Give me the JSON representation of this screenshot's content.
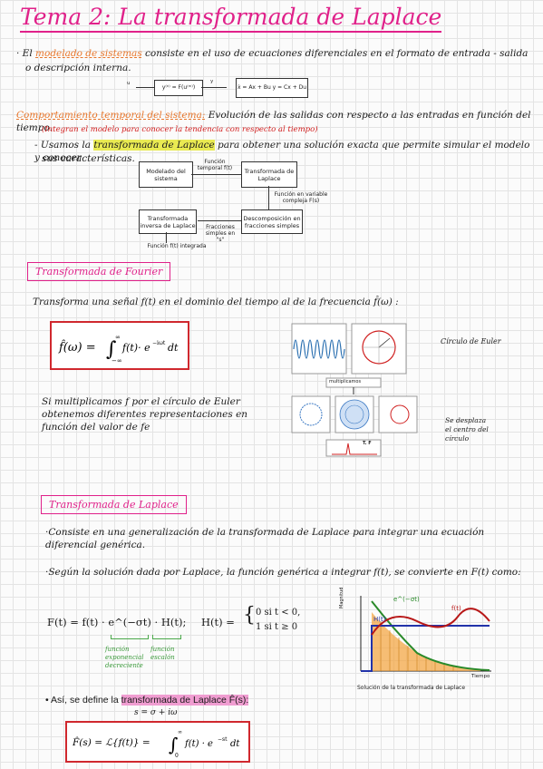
{
  "title": "Tema 2: La transformada de Laplace",
  "intro": {
    "line1_pre": "· El ",
    "line1_link": "modelado de sistemas",
    "line1_post": " consiste en el uso de ecuaciones diferenciales en el formato de entrada - salida",
    "line2": "o descripción interna."
  },
  "block_eq": {
    "left": "y⁽ⁿ⁾ = F(u⁽ᵐ⁾)",
    "right": "ẋ = Ax + Bu   y = Cx + Du",
    "sym_u": "u",
    "sym_y": "y"
  },
  "temporal": {
    "heading": "Comportamiento temporal del sistema:",
    "heading_post": " Evolución de las salidas con respecto a las entradas en función del tiempo.",
    "note": "(Integran el modelo para conocer la tendencia con respecto al tiempo)",
    "bullet_pre": "- Usamos la ",
    "bullet_hl": "transformada de Laplace",
    "bullet_post": " para obtener una solución exacta que permite simular el modelo y conocer",
    "bullet_line2": "sus características."
  },
  "flow": {
    "box1": "Modelado del sistema",
    "arrow1": "Función temporal f(t)",
    "box2": "Transformada de Laplace",
    "arrow2": "Función en variable compleja F(s)",
    "box3": "Descomposición en fracciones simples",
    "arrow3": "Fracciones simples en \"s\"",
    "box4": "Transformada inversa de Laplace",
    "arrow4": "Función f(t) integrada"
  },
  "fourier": {
    "section": "Transformada de Fourier",
    "text": "Transforma una señal f(t) en el dominio del tiempo al de la frecuencia  f̂(ω) :",
    "formula": "f̂(ω) = ∫₋∞^∞ f(t) · e^(−iωt) dt",
    "circle_label": "Círculo de Euler",
    "multiply_label": "multiplicamos",
    "shift_label": "Se desplaza el centro del círculo",
    "para": "Si multiplicamos f por el círculo de Euler obtenemos diferentes representaciones en función del valor de fe",
    "plot_label": "T. F"
  },
  "laplace": {
    "section": "Transformada de Laplace",
    "bullet1": "·Consiste en una generalización de la transformada de Laplace para integrar una ecuación diferencial genérica.",
    "bullet2": "·Según la solución dada por Laplace, la función genérica a integrar f(t), se convierte en F(t) como:",
    "eq": "F(t) = f(t) · e^(−σt) · H(t);",
    "heq": "H(t) =",
    "case1": "0   si t < 0,",
    "case2": "1   si t ≥ 0",
    "ann1": "función exponencial decreciente",
    "ann2": "función escalón",
    "graph_ylabel": "Magnitud",
    "graph_xlabel": "Tiempo",
    "graph_caption": "Solución de la transformada de Laplace",
    "lbl_exp": "e^(−σt)",
    "lbl_H": "H(t)",
    "lbl_f": "f(t)",
    "define_pre": "• Así, se define la ",
    "define_hl": "transformada de Laplace F̂(s):",
    "s_def": "s  =  σ + iω",
    "final_eq": "F̂(s) = ℒ{f(t)}  =  ∫₀^∞ f(t) · e^(−st) dt"
  }
}
